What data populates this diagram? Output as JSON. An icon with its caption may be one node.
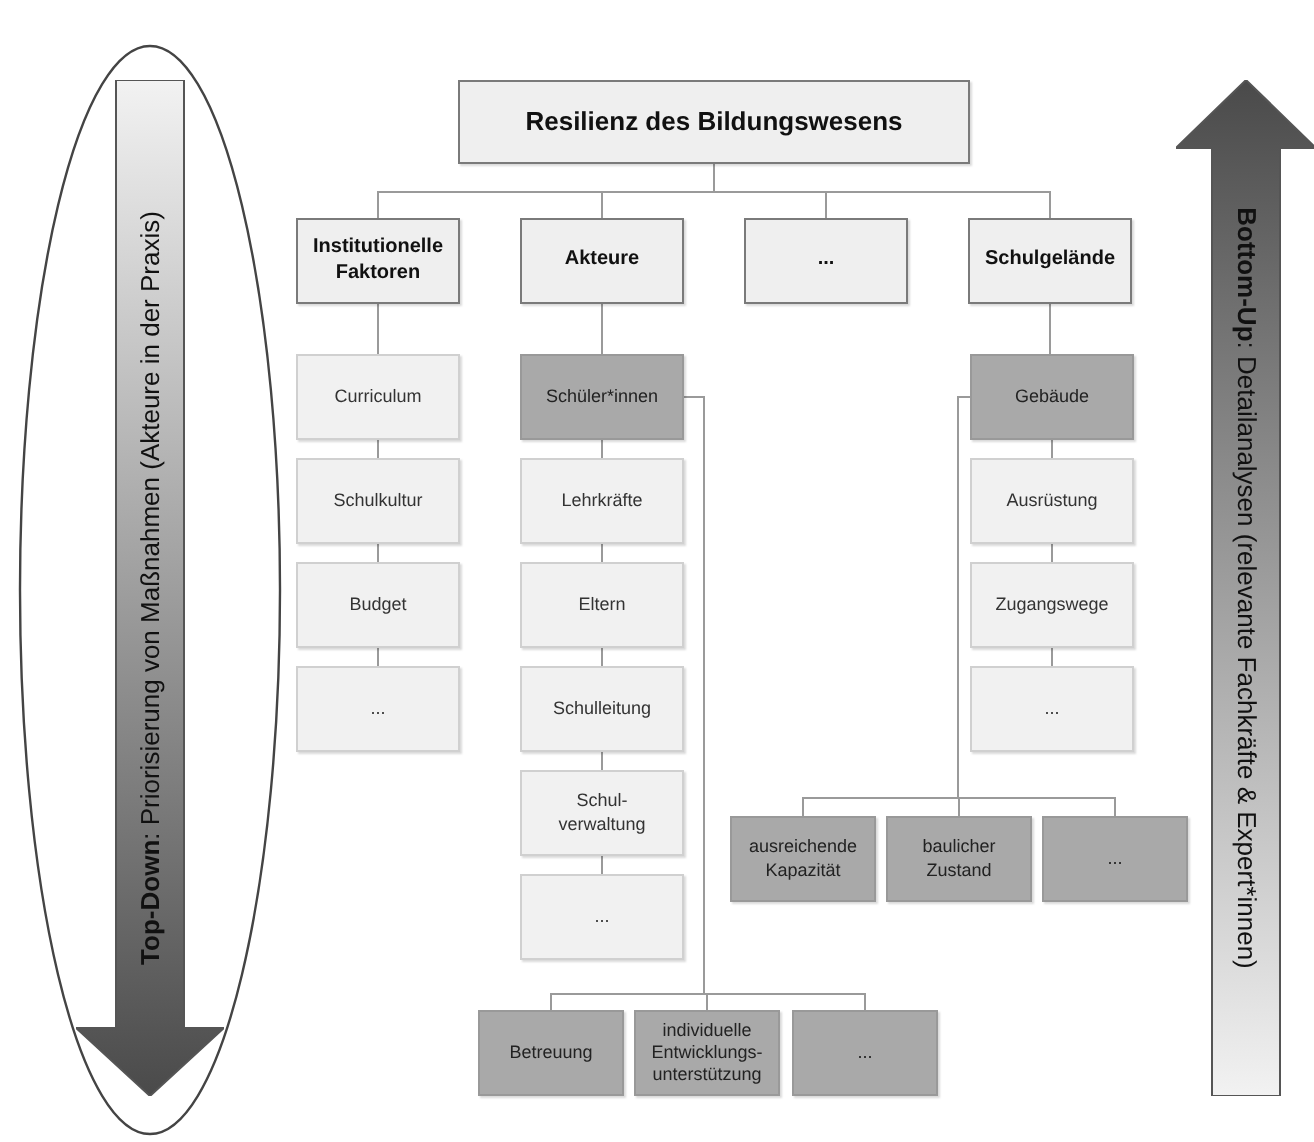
{
  "diagram": {
    "nodes": [
      {
        "text": [
          "Resilienz des Bildungswesens"
        ]
      },
      {
        "text": [
          "Institutionelle Faktoren"
        ]
      },
      {
        "text": [
          "Akteure"
        ]
      },
      {
        "text": [
          "..."
        ]
      },
      {
        "text": [
          "Schulgelände"
        ]
      },
      {
        "text": [
          "Curriculum"
        ]
      },
      {
        "text": [
          "Schulkultur"
        ]
      },
      {
        "text": [
          "Budget"
        ]
      },
      {
        "text": [
          "..."
        ]
      },
      {
        "text": [
          "Schüler*innen"
        ]
      },
      {
        "text": [
          "Lehrkräfte"
        ]
      },
      {
        "text": [
          "Eltern"
        ]
      },
      {
        "text": [
          "Schulleitung"
        ]
      },
      {
        "text": [
          "Schul- verwaltung"
        ]
      },
      {
        "text": [
          "..."
        ]
      },
      {
        "text": [
          "Betreuung"
        ]
      },
      {
        "text": [
          "individuelle Entwicklungs- unterstützung"
        ]
      },
      {
        "text": [
          "..."
        ]
      },
      {
        "text": [
          "Gebäude"
        ]
      },
      {
        "text": [
          "Ausrüstung"
        ]
      },
      {
        "text": [
          "Zugangswege"
        ]
      },
      {
        "text": [
          "..."
        ]
      },
      {
        "text": [
          "ausreichende Kapazität"
        ]
      },
      {
        "text": [
          "baulicher Zustand"
        ]
      },
      {
        "text": [
          "..."
        ]
      },
      {
        "text": [
          "**Top-Down**: Priorisierung von Maßnahmen (Akteure in der Praxis)"
        ]
      },
      {
        "text": [
          "**Bottom-Up**: Detailanalysen (relevante Fachkräfte & Expert*innen)"
        ]
      }
    ],
    "edges": [
      {
        "from": 0,
        "to": 1,
        "arrow": "none"
      },
      {
        "from": 0,
        "to": 2,
        "arrow": "none"
      },
      {
        "from": 0,
        "to": 3,
        "arrow": "none"
      },
      {
        "from": 0,
        "to": 4,
        "arrow": "none"
      },
      {
        "from": 1,
        "to": 5,
        "arrow": "none"
      },
      {
        "from": 5,
        "to": 6,
        "arrow": "none"
      },
      {
        "from": 6,
        "to": 7,
        "arrow": "none"
      },
      {
        "from": 7,
        "to": 8,
        "arrow": "none"
      },
      {
        "from": 2,
        "to": 9,
        "arrow": "none"
      },
      {
        "from": 9,
        "to": 10,
        "arrow": "none"
      },
      {
        "from": 10,
        "to": 11,
        "arrow": "none"
      },
      {
        "from": 11,
        "to": 12,
        "arrow": "none"
      },
      {
        "from": 12,
        "to": 13,
        "arrow": "none"
      },
      {
        "from": 13,
        "to": 14,
        "arrow": "none"
      },
      {
        "from": 9,
        "to": 15,
        "arrow": "none"
      },
      {
        "from": 9,
        "to": 16,
        "arrow": "none"
      },
      {
        "from": 9,
        "to": 17,
        "arrow": "none"
      },
      {
        "from": 4,
        "to": 18,
        "arrow": "none"
      },
      {
        "from": 18,
        "to": 19,
        "arrow": "none"
      },
      {
        "from": 19,
        "to": 20,
        "arrow": "none"
      },
      {
        "from": 20,
        "to": 21,
        "arrow": "none"
      },
      {
        "from": 18,
        "to": 22,
        "arrow": "none"
      },
      {
        "from": 18,
        "to": 23,
        "arrow": "none"
      },
      {
        "from": 18,
        "to": 24,
        "arrow": "none"
      }
    ]
  }
}
